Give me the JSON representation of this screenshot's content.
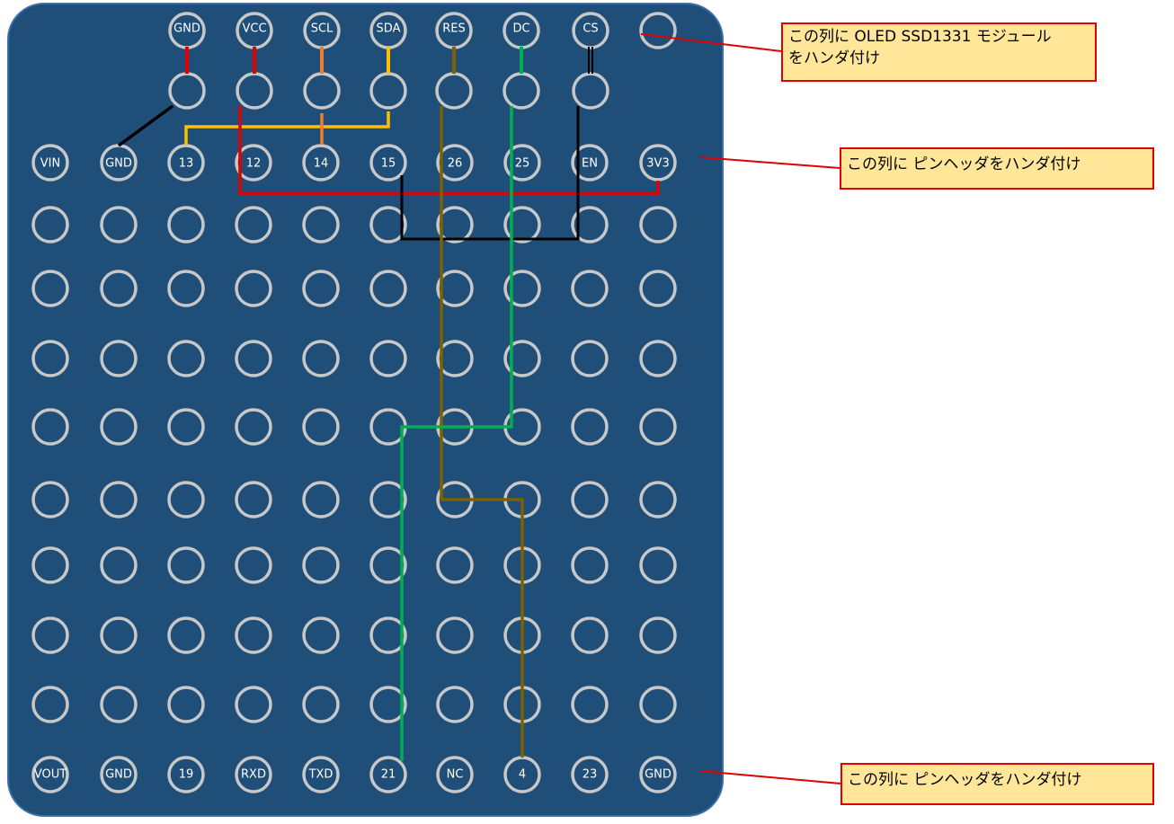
{
  "board": {
    "colors": {
      "pcb": "#1f4e79",
      "pcb_edge": "#3a6fa8",
      "hole_ring": "#c8c8c8",
      "pointer": "#e00000",
      "note_bg": "#ffe699",
      "note_border": "#e00000"
    },
    "oled_header": [
      "GND",
      "VCC",
      "SCL",
      "SDA",
      "RES",
      "DC",
      "CS"
    ],
    "top_row": [
      "VIN",
      "GND",
      "13",
      "12",
      "14",
      "15",
      "26",
      "25",
      "EN",
      "3V3"
    ],
    "bottom_row": [
      "VOUT",
      "GND",
      "19",
      "RXD",
      "TXD",
      "21",
      "NC",
      "4",
      "23",
      "GND"
    ],
    "wires": [
      {
        "name": "gnd",
        "color": "#000000"
      },
      {
        "name": "vcc",
        "color": "#e00000"
      },
      {
        "name": "scl",
        "color": "#ed7d31"
      },
      {
        "name": "sda",
        "color": "#ffc000"
      },
      {
        "name": "res",
        "color": "#7f6000"
      },
      {
        "name": "dc",
        "color": "#00b050"
      },
      {
        "name": "cs",
        "color": "#000000"
      }
    ]
  },
  "annotations": {
    "oled_note": [
      "この列に OLED SSD1331 モジュール",
      "をハンダ付け"
    ],
    "top_header_note": "この列に ピンヘッダをハンダ付け",
    "bottom_header_note": "この列に ピンヘッダをハンダ付け"
  }
}
